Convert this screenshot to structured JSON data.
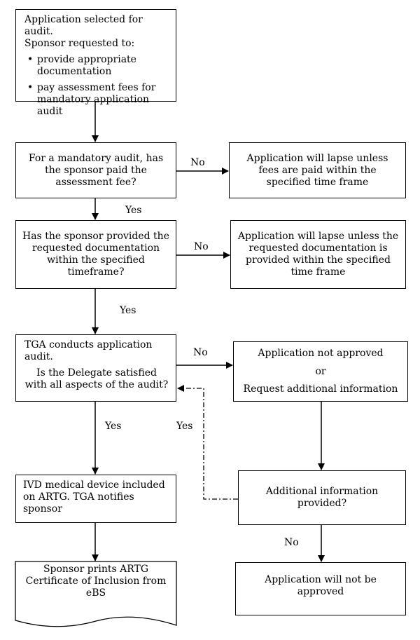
{
  "start_box": {
    "line1": "Application selected for audit.",
    "line2": "Sponsor requested to:",
    "bullets": [
      "provide appropriate documentation",
      "pay assessment fees for mandatory application audit"
    ]
  },
  "q_fee": "For a mandatory audit, has the sponsor paid the assessment fee?",
  "lapse_fee": "Application will lapse unless fees are paid within the specified time frame",
  "q_docs": "Has the sponsor provided the requested documentation within the specified timeframe?",
  "lapse_docs": "Application will lapse unless the requested documentation is provided within the specified time frame",
  "audit_box": {
    "line1": "TGA conducts application audit.",
    "line2": "Is the Delegate satisfied with all aspects of the audit?"
  },
  "not_approved_box": {
    "line1": "Application not approved",
    "or": "or",
    "line2": "Request additional information"
  },
  "included_box": "IVD medical device included on ARTG. TGA notifies sponsor",
  "additional_info_box": "Additional information provided?",
  "certificate_box": "Sponsor prints ARTG Certificate of Inclusion from eBS",
  "will_not_approve_box": "Application will not be approved",
  "labels": {
    "no": "No",
    "yes": "Yes"
  }
}
